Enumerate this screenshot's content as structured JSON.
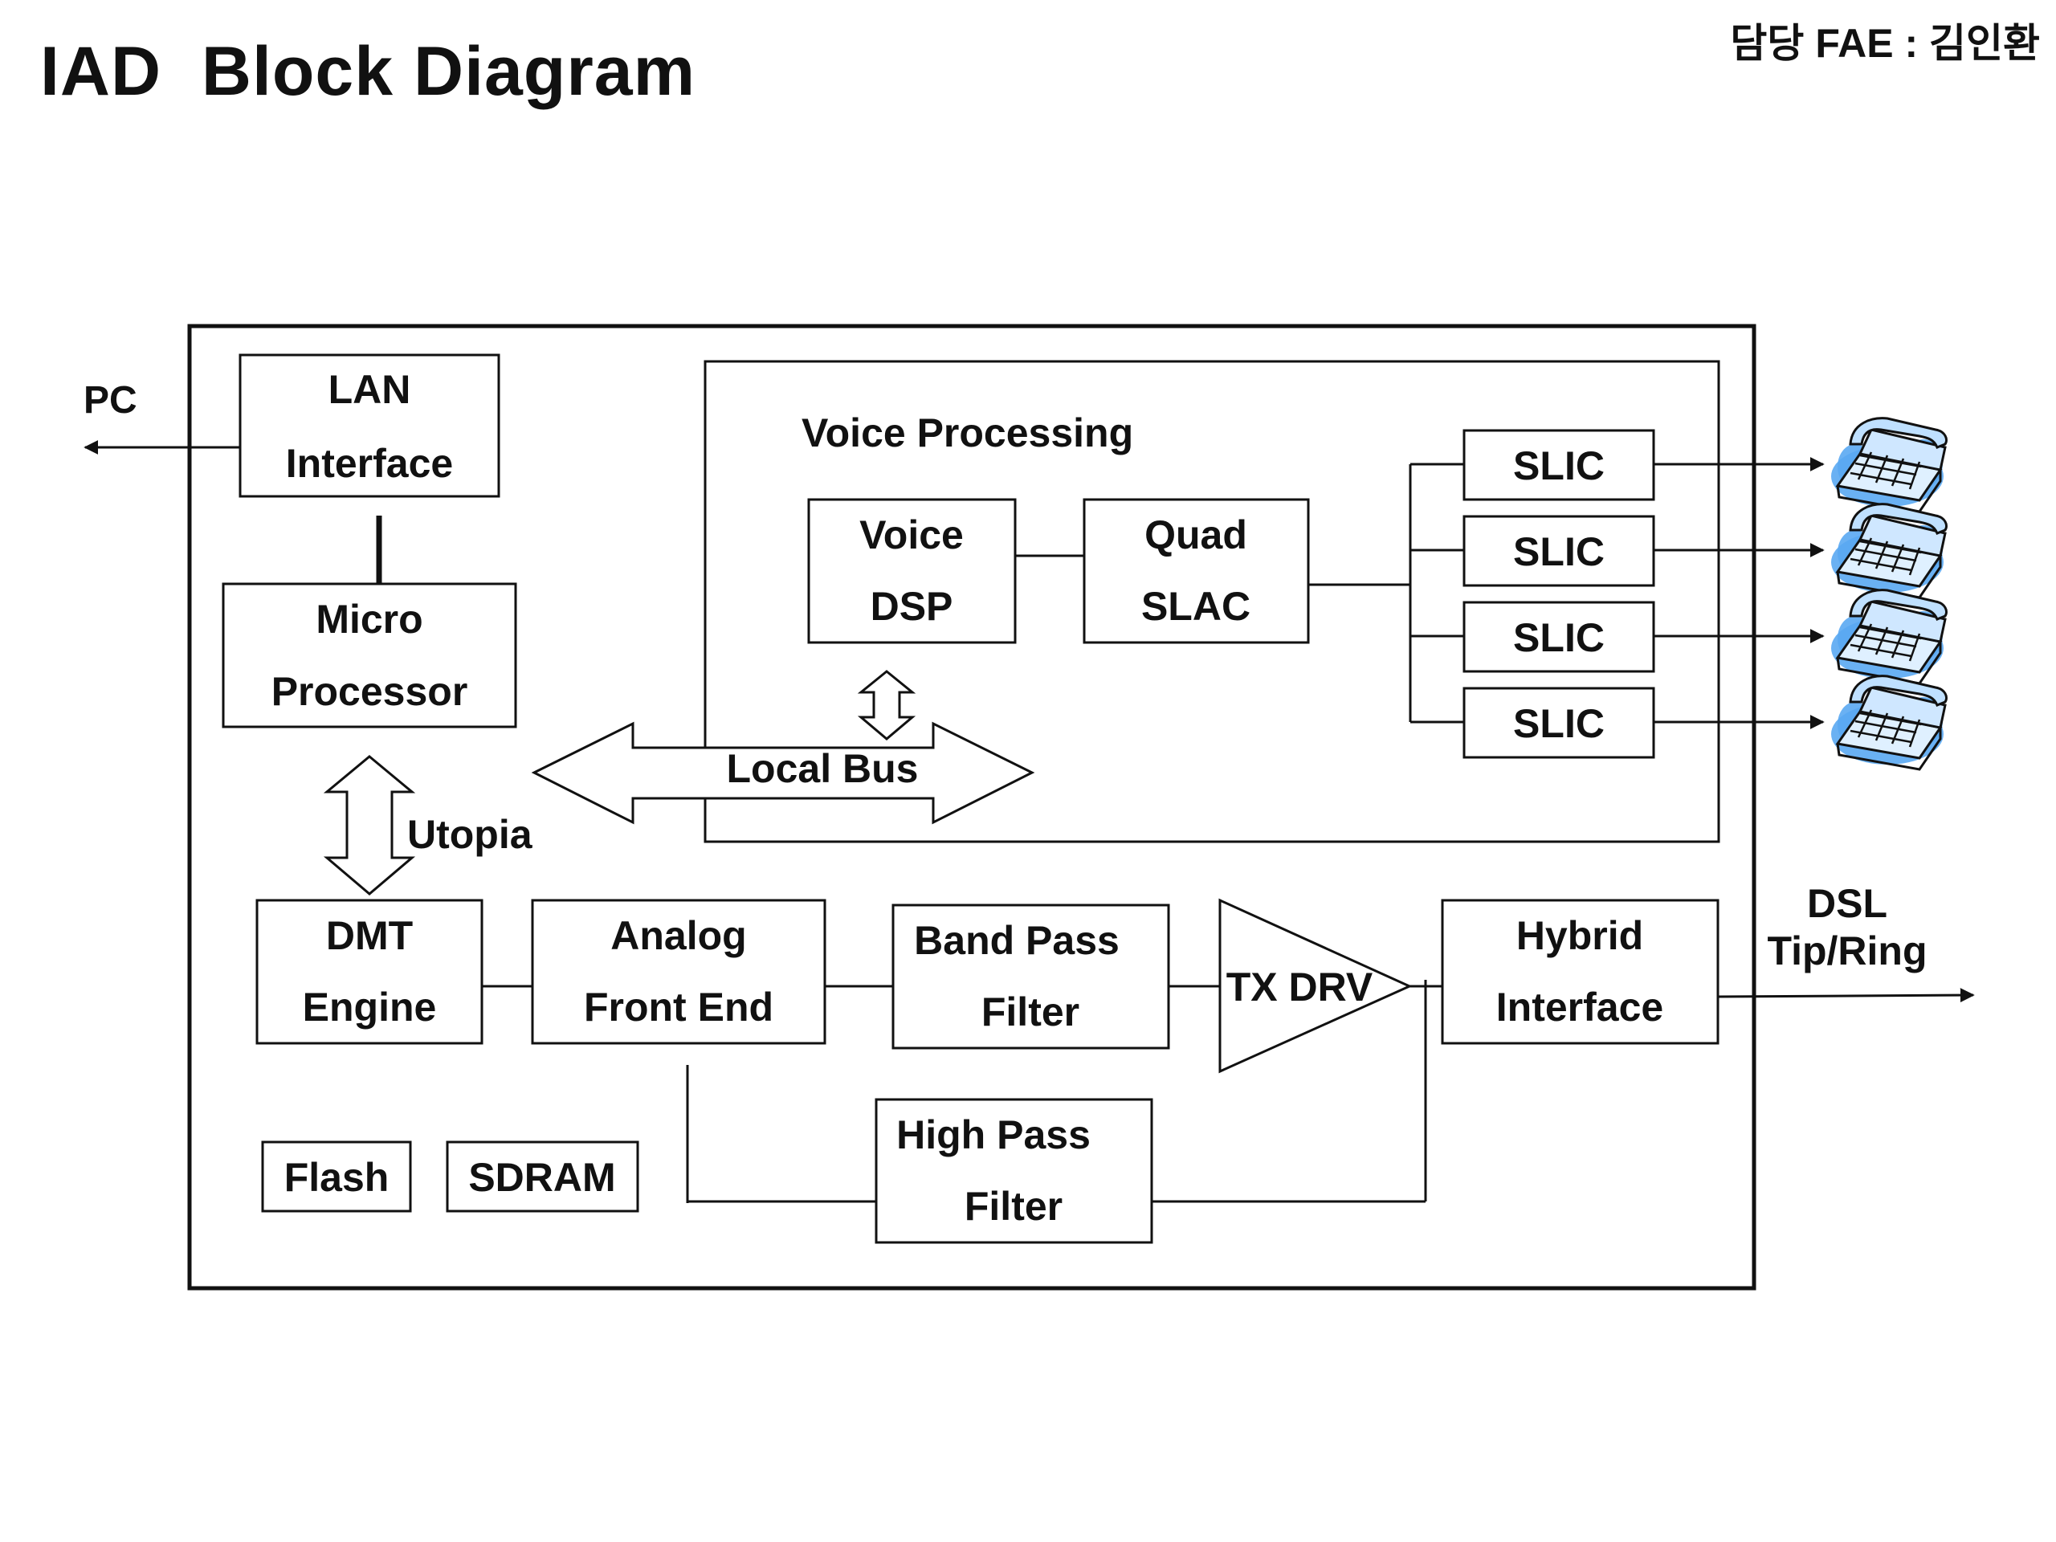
{
  "title": "IAD  Block Diagram",
  "author": "담당 FAE : 김인환",
  "labels": {
    "pc": "PC",
    "lan_line1": "LAN",
    "lan_line2": "Interface",
    "micro_line1": "Micro",
    "micro_line2": "Processor",
    "utopia": "Utopia",
    "local_bus": "Local Bus",
    "voice_processing": "Voice Processing",
    "voice_dsp_line1": "Voice",
    "voice_dsp_line2": "DSP",
    "quad_slac_line1": "Quad",
    "quad_slac_line2": "SLAC",
    "slic_1": "SLIC",
    "slic_2": "SLIC",
    "slic_3": "SLIC",
    "slic_4": "SLIC",
    "dmt_line1": "DMT",
    "dmt_line2": "Engine",
    "afe_line1": "Analog",
    "afe_line2": "Front End",
    "bpf_line1": "Band Pass",
    "bpf_line2": "Filter",
    "tx_drv": "TX DRV",
    "hybrid_line1": "Hybrid",
    "hybrid_line2": "Interface",
    "dsl_line1": "DSL",
    "dsl_line2": "Tip/Ring",
    "hpf_line1": "High Pass",
    "hpf_line2": "Filter",
    "flash": "Flash",
    "sdram": "SDRAM"
  },
  "icons": {
    "telephone": "telephone-icon",
    "telephone_color": "#3a8fe8"
  }
}
